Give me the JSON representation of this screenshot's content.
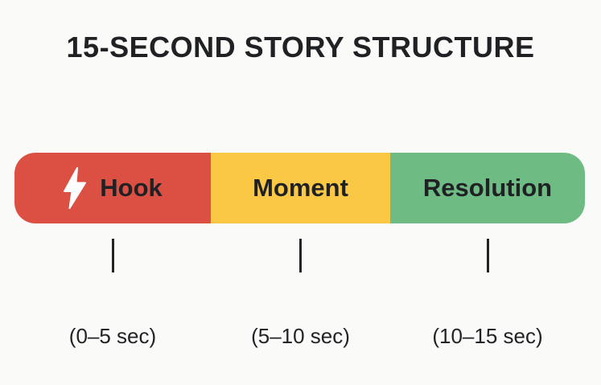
{
  "title": "15-SECOND STORY STRUCTURE",
  "colors": {
    "background": "#FAFAF8",
    "hook_red": "#DC5044",
    "moment_yellow": "#FAC845",
    "resolution_green": "#6EBC84",
    "text_dark": "#1F2124"
  },
  "segments": [
    {
      "label": "Hook",
      "color": "#DC5044",
      "time": "(0–5 sec)",
      "icon": "lightning-bolt-icon"
    },
    {
      "label": "Moment",
      "color": "#FAC845",
      "time": "(5–10 sec)",
      "icon": ""
    },
    {
      "label": "Resolution",
      "color": "#6EBC84",
      "time": "(10–15 sec)",
      "icon": ""
    }
  ]
}
